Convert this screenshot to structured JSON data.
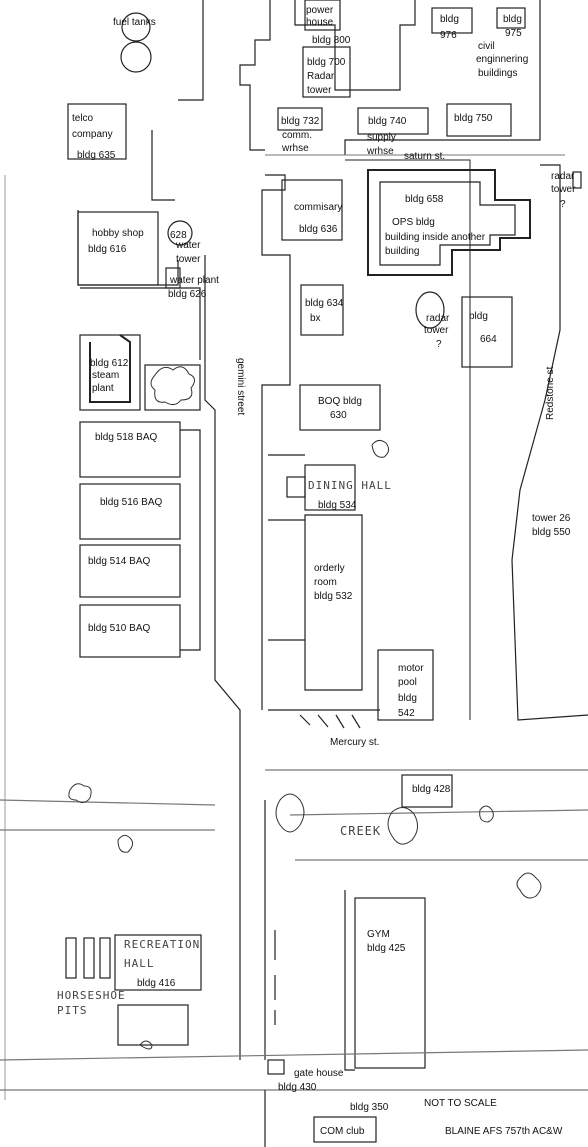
{
  "map": {
    "labels": {
      "fuel_tanks": "fuel tanks",
      "power_house": "power house",
      "bldg_800": "bldg 800",
      "bldg_976_a": "bldg",
      "bldg_976_b": "976",
      "bldg_975_a": "bldg",
      "bldg_975_b": "975",
      "civil_eng_1": "civil",
      "civil_eng_2": "enginnering",
      "civil_eng_3": "buildings",
      "bldg_700_1": "bldg 700",
      "bldg_700_2": "Radar",
      "bldg_700_3": "tower",
      "telco_1": "telco",
      "telco_2": "company",
      "telco_3": "bldg 635",
      "bldg_732": "bldg 732",
      "comm_whse_1": "comm.",
      "comm_whse_2": "wrhse",
      "bldg_740": "bldg 740",
      "supply_1": "supply",
      "supply_2": "wrhse",
      "bldg_750": "bldg 750",
      "saturn": "saturn st.",
      "radar_tower_ne_1": "radar",
      "radar_tower_ne_2": "tower",
      "radar_tower_ne_3": "?",
      "commisary": "commisary",
      "bldg_636": "bldg 636",
      "bldg_658": "bldg 658",
      "ops_1": "OPS bldg",
      "ops_2": "building inside another",
      "ops_3": "building",
      "hobby_1": "hobby shop",
      "hobby_2": "bldg 616",
      "wt_1": "628",
      "wt_2": "water",
      "wt_3": "tower",
      "water_plant": "water plant",
      "bldg_626": "bldg 626",
      "bldg_634": "bldg 634",
      "bx": "bx",
      "radar_mid_1": "radar",
      "radar_mid_2": "tower",
      "radar_mid_3": "?",
      "bldg_664_a": "bldg",
      "bldg_664_b": "664",
      "gemini": "gemini street",
      "redstone": "Redstone st",
      "steam_1": "bldg 612",
      "steam_2": "steam",
      "steam_3": "plant",
      "boq_1": "BOQ  bldg",
      "boq_2": "630",
      "baq_518": "bldg 518 BAQ",
      "dining_hall": "DINING HALL",
      "bldg_534": "bldg 534",
      "baq_516": "bldg 516 BAQ",
      "tower26_1": "tower 26",
      "tower26_2": "bldg 550",
      "orderly_1": "orderly",
      "orderly_2": "room",
      "orderly_3": "bldg 532",
      "baq_514": "bldg 514 BAQ",
      "baq_510": "bldg 510 BAQ",
      "motor_1": "motor",
      "motor_2": "pool",
      "motor_3": "bldg",
      "motor_4": "542",
      "mercury": "Mercury st.",
      "bldg_428": "bldg 428",
      "creek": "CREEK",
      "gym_1": "GYM",
      "gym_2": "bldg 425",
      "rec_1": "RECREATION",
      "rec_2": "HALL",
      "bldg_416": "bldg 416",
      "horse_1": "HORSESHOE",
      "horse_2": "PITS",
      "gate_house": "gate house",
      "bldg_430": "bldg 430",
      "bldg_350": "bldg 350",
      "com_club": "COM club",
      "not_to_scale": "NOT TO SCALE",
      "blaine": "BLAINE AFS 757th AC&W"
    }
  }
}
